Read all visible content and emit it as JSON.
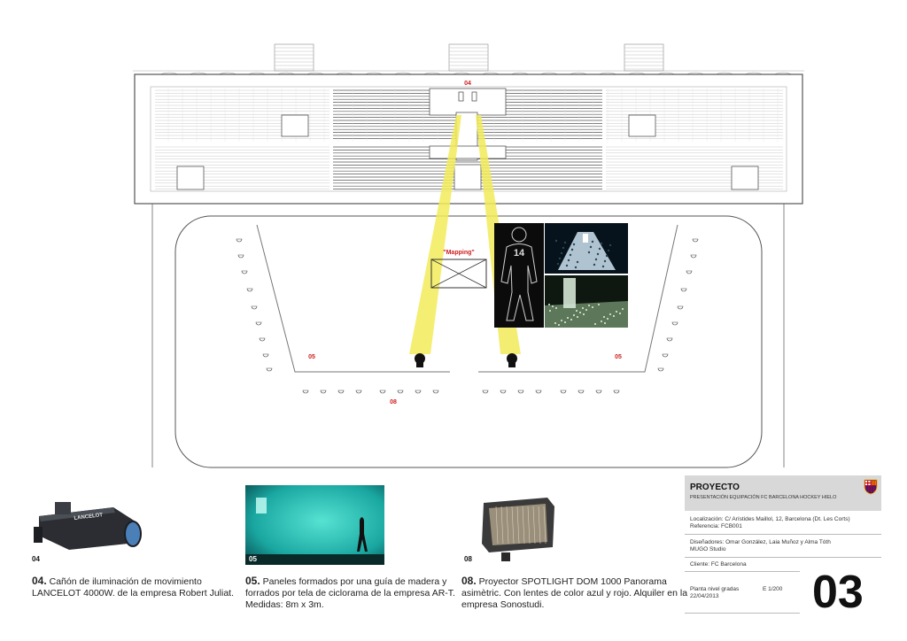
{
  "plan": {
    "tag_04": "04",
    "mapping_label": "\"Mapping\"",
    "tag_05_left": "05",
    "tag_05_right": "05",
    "tag_08": "08",
    "jersey_number": "14",
    "colors": {
      "beam": "#f2ec5a",
      "label_red": "#d01c1c",
      "line": "#888888"
    }
  },
  "equipment": [
    {
      "tag": "04",
      "num": "04.",
      "line1": "Cañón de iluminación de movimiento",
      "line2": "LANCELOT 4000W. de la empresa Robert Juliat.",
      "line3": "",
      "brand": "LANCELOT"
    },
    {
      "tag": "05",
      "num": "05.",
      "line1": "Paneles formados por una guía de madera y",
      "line2": "forrados por tela de ciclorama de la empresa AR-T.",
      "line3": "Medidas: 8m x 3m."
    },
    {
      "tag": "08",
      "num": "08.",
      "line1": "Proyector SPOTLIGHT DOM 1000 Panorama",
      "line2": "asimètric. Con lentes de color azul y rojo. Alquiler en la",
      "line3": "empresa Sonostudi."
    }
  ],
  "title_block": {
    "project": "PROYECTO",
    "subtitle": "PRESENTACIÓN EQUIPACIÓN FC BARCELONA HOCKEY HIELO",
    "location": "Localización: C/ Arístides Maillol, 12, Barcelona (Dt. Les Corts)",
    "reference": "Referencia: FCB001",
    "designers": "Diseñadores: Omar González, Laia Muñoz y Alma Tóth",
    "studio": "MUGO Studio",
    "client": "Cliente: FC Barcelona",
    "plan_name": "Planta nivel gradas",
    "scale": "E 1/200",
    "date": "22/04/2013",
    "sheet_number": "03"
  }
}
